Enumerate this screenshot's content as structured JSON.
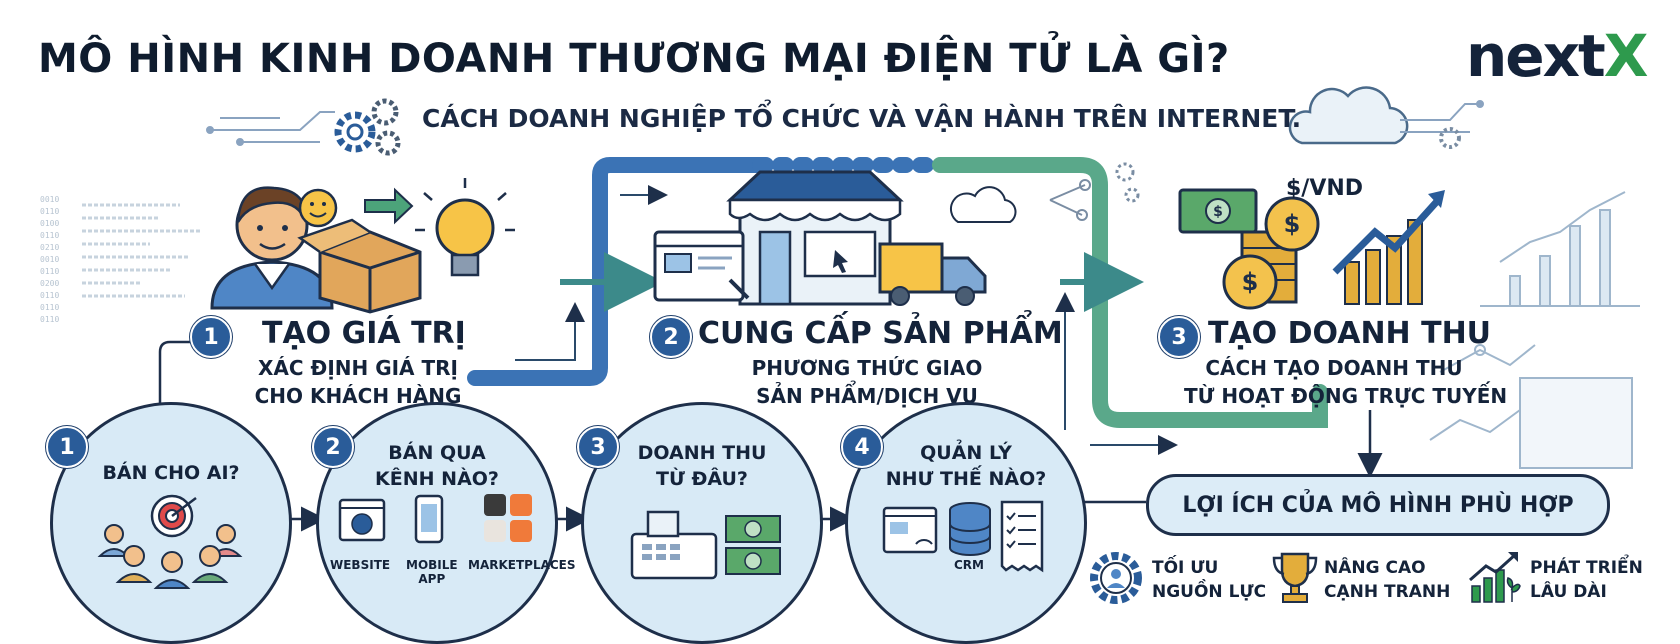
{
  "header": {
    "title": "MÔ HÌNH KINH DOANH THƯƠNG MẠI ĐIỆN TỬ LÀ GÌ?",
    "logo_main": "next",
    "logo_accent": "X",
    "subtitle": "CÁCH DOANH NGHIỆP TỔ CHỨC VÀ VẬN HÀNH TRÊN INTERNET."
  },
  "top_steps": [
    {
      "number": "1",
      "title": "TẠO GIÁ TRỊ",
      "desc_line1": "XÁC ĐỊNH GIÁ TRỊ",
      "desc_line2": "CHO KHÁCH HÀNG"
    },
    {
      "number": "2",
      "title": "CUNG CẤP SẢN PHẨM",
      "desc_line1": "PHƯƠNG THỨC GIAO",
      "desc_line2": "SẢN PHẨM/DỊCH VỤ"
    },
    {
      "number": "3",
      "title": "TẠO DOANH THU",
      "desc_line1": "CÁCH TẠO DOANH THU",
      "desc_line2": "TỪ HOẠT ĐỘNG TRỰC TUYẾN"
    }
  ],
  "currency_label": "$/VND",
  "questions": [
    {
      "number": "1",
      "line1": "BÁN CHO AI?",
      "line2": ""
    },
    {
      "number": "2",
      "line1": "BÁN QUA",
      "line2": "KÊNH NÀO?"
    },
    {
      "number": "3",
      "line1": "DOANH THU",
      "line2": "TỪ ĐÂU?"
    },
    {
      "number": "4",
      "line1": "QUẢN LÝ",
      "line2": "NHƯ THẾ NÀO?"
    }
  ],
  "channels": {
    "website": "WEBSITE",
    "mobile_line1": "MOBILE",
    "mobile_line2": "APP",
    "marketplaces": "MARKETPLACES"
  },
  "crm_label": "CRM",
  "benefits": {
    "title": "LỢI ÍCH CỦA MÔ HÌNH PHÙ HỢP",
    "items": [
      {
        "line1": "TỐI ƯU",
        "line2": "NGUỒN LỰC",
        "icon": "gear-person-icon"
      },
      {
        "line1": "NÂNG CAO",
        "line2": "CẠNH TRANH",
        "icon": "trophy-icon"
      },
      {
        "line1": "PHÁT TRIỂN",
        "line2": "LÂU DÀI",
        "icon": "growth-chart-icon"
      }
    ]
  },
  "colors": {
    "primary": "#2a5c99",
    "accent": "#2e9a4d",
    "circle_fill": "#d8eaf6",
    "flow_blue": "#3b73b5",
    "flow_green": "#5aa88a",
    "outline": "#1e2f4a",
    "money_green": "#3e8e50",
    "gold": "#e3ad3b"
  }
}
